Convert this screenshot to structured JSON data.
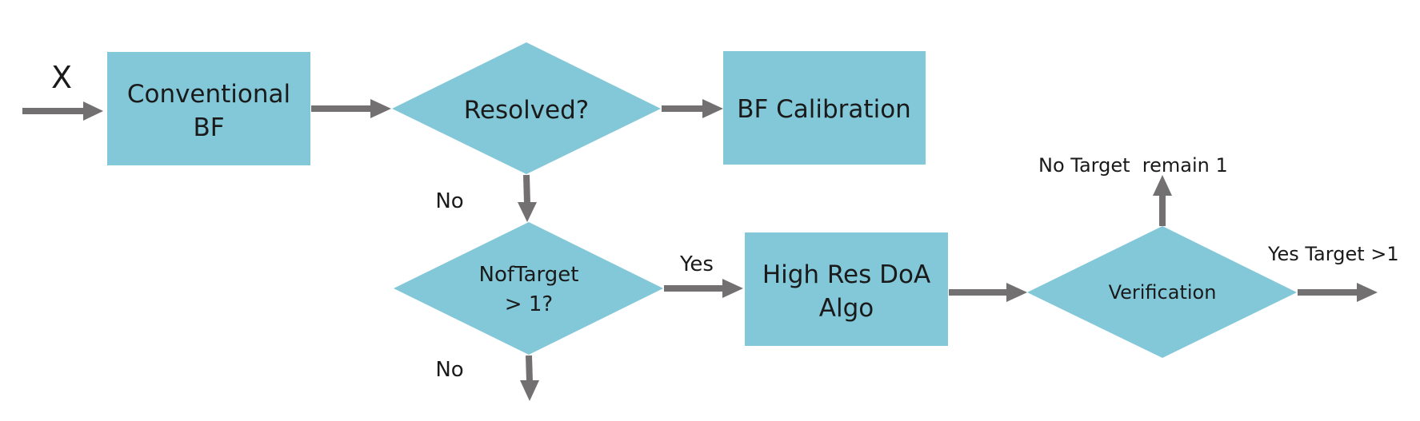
{
  "diagram": {
    "input_label": "X",
    "nodes": {
      "conventional_bf": {
        "line1": "Conventional",
        "line2": "BF"
      },
      "resolved": {
        "label": "Resolved?"
      },
      "bf_calibration": {
        "label": "BF Calibration"
      },
      "nof_target": {
        "line1": "NofTarget",
        "line2": "> 1?"
      },
      "high_res": {
        "line1": "High Res DoA",
        "line2": "Algo"
      },
      "verification": {
        "label": "Verification"
      }
    },
    "edge_labels": {
      "resolved_no": "No",
      "nof_target_yes": "Yes",
      "nof_target_no": "No",
      "verification_up": "No Target  remain 1",
      "verification_right": "Yes Target >1"
    },
    "colors": {
      "shape_fill": "#83C8D8",
      "arrow": "#727070",
      "text": "#1a1a1a"
    }
  }
}
